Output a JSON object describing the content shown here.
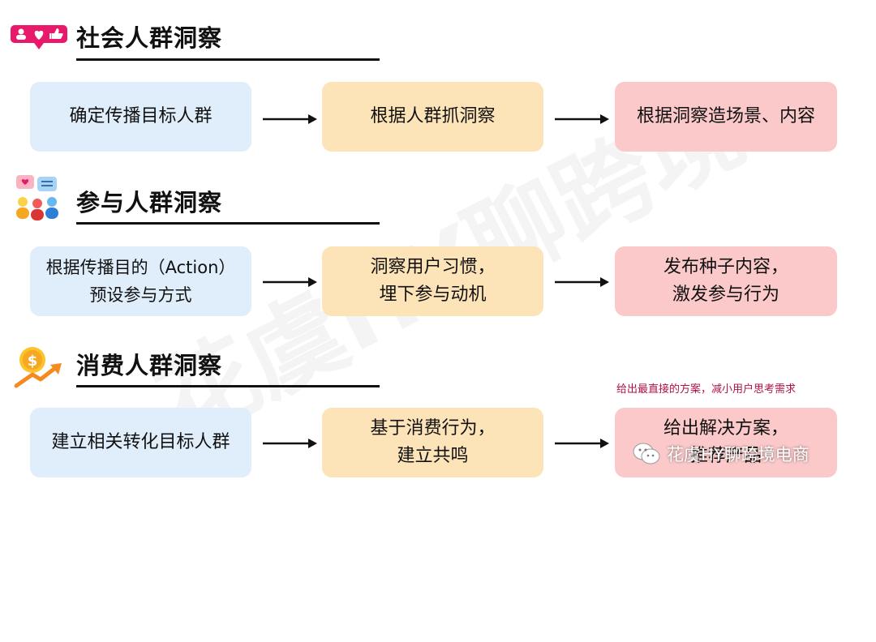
{
  "watermark": "花虞HY聊跨境",
  "sections": [
    {
      "title": "社会人群洞察",
      "steps": [
        [
          "确定传播目标人群"
        ],
        [
          "根据人群抓洞察"
        ],
        [
          "根据洞察造场景、内容"
        ]
      ]
    },
    {
      "title": "参与人群洞察",
      "steps": [
        [
          "根据传播目的（Action）",
          "预设参与方式"
        ],
        [
          "洞察用户习惯，",
          "埋下参与动机"
        ],
        [
          "发布种子内容，",
          "激发参与行为"
        ]
      ]
    },
    {
      "title": "消费人群洞察",
      "note": "给出最直接的方案，减小用户思考需求",
      "steps": [
        [
          "建立相关转化目标人群"
        ],
        [
          "基于消费行为，",
          "建立共鸣"
        ],
        [
          "给出解决方案，",
          "推荐产品"
        ]
      ]
    }
  ],
  "footer_watermark": "花虞HY聊跨境电商",
  "icons": {
    "section1": "social-like-icon",
    "section2": "people-chat-icon",
    "section3": "money-growth-icon",
    "footer": "wechat-icon"
  },
  "colors": {
    "box_blue": "#e0eefb",
    "box_orange": "#fde3b8",
    "box_pink": "#fbc9c9",
    "icon_pink": "#e8196b",
    "note": "#b0104a"
  }
}
